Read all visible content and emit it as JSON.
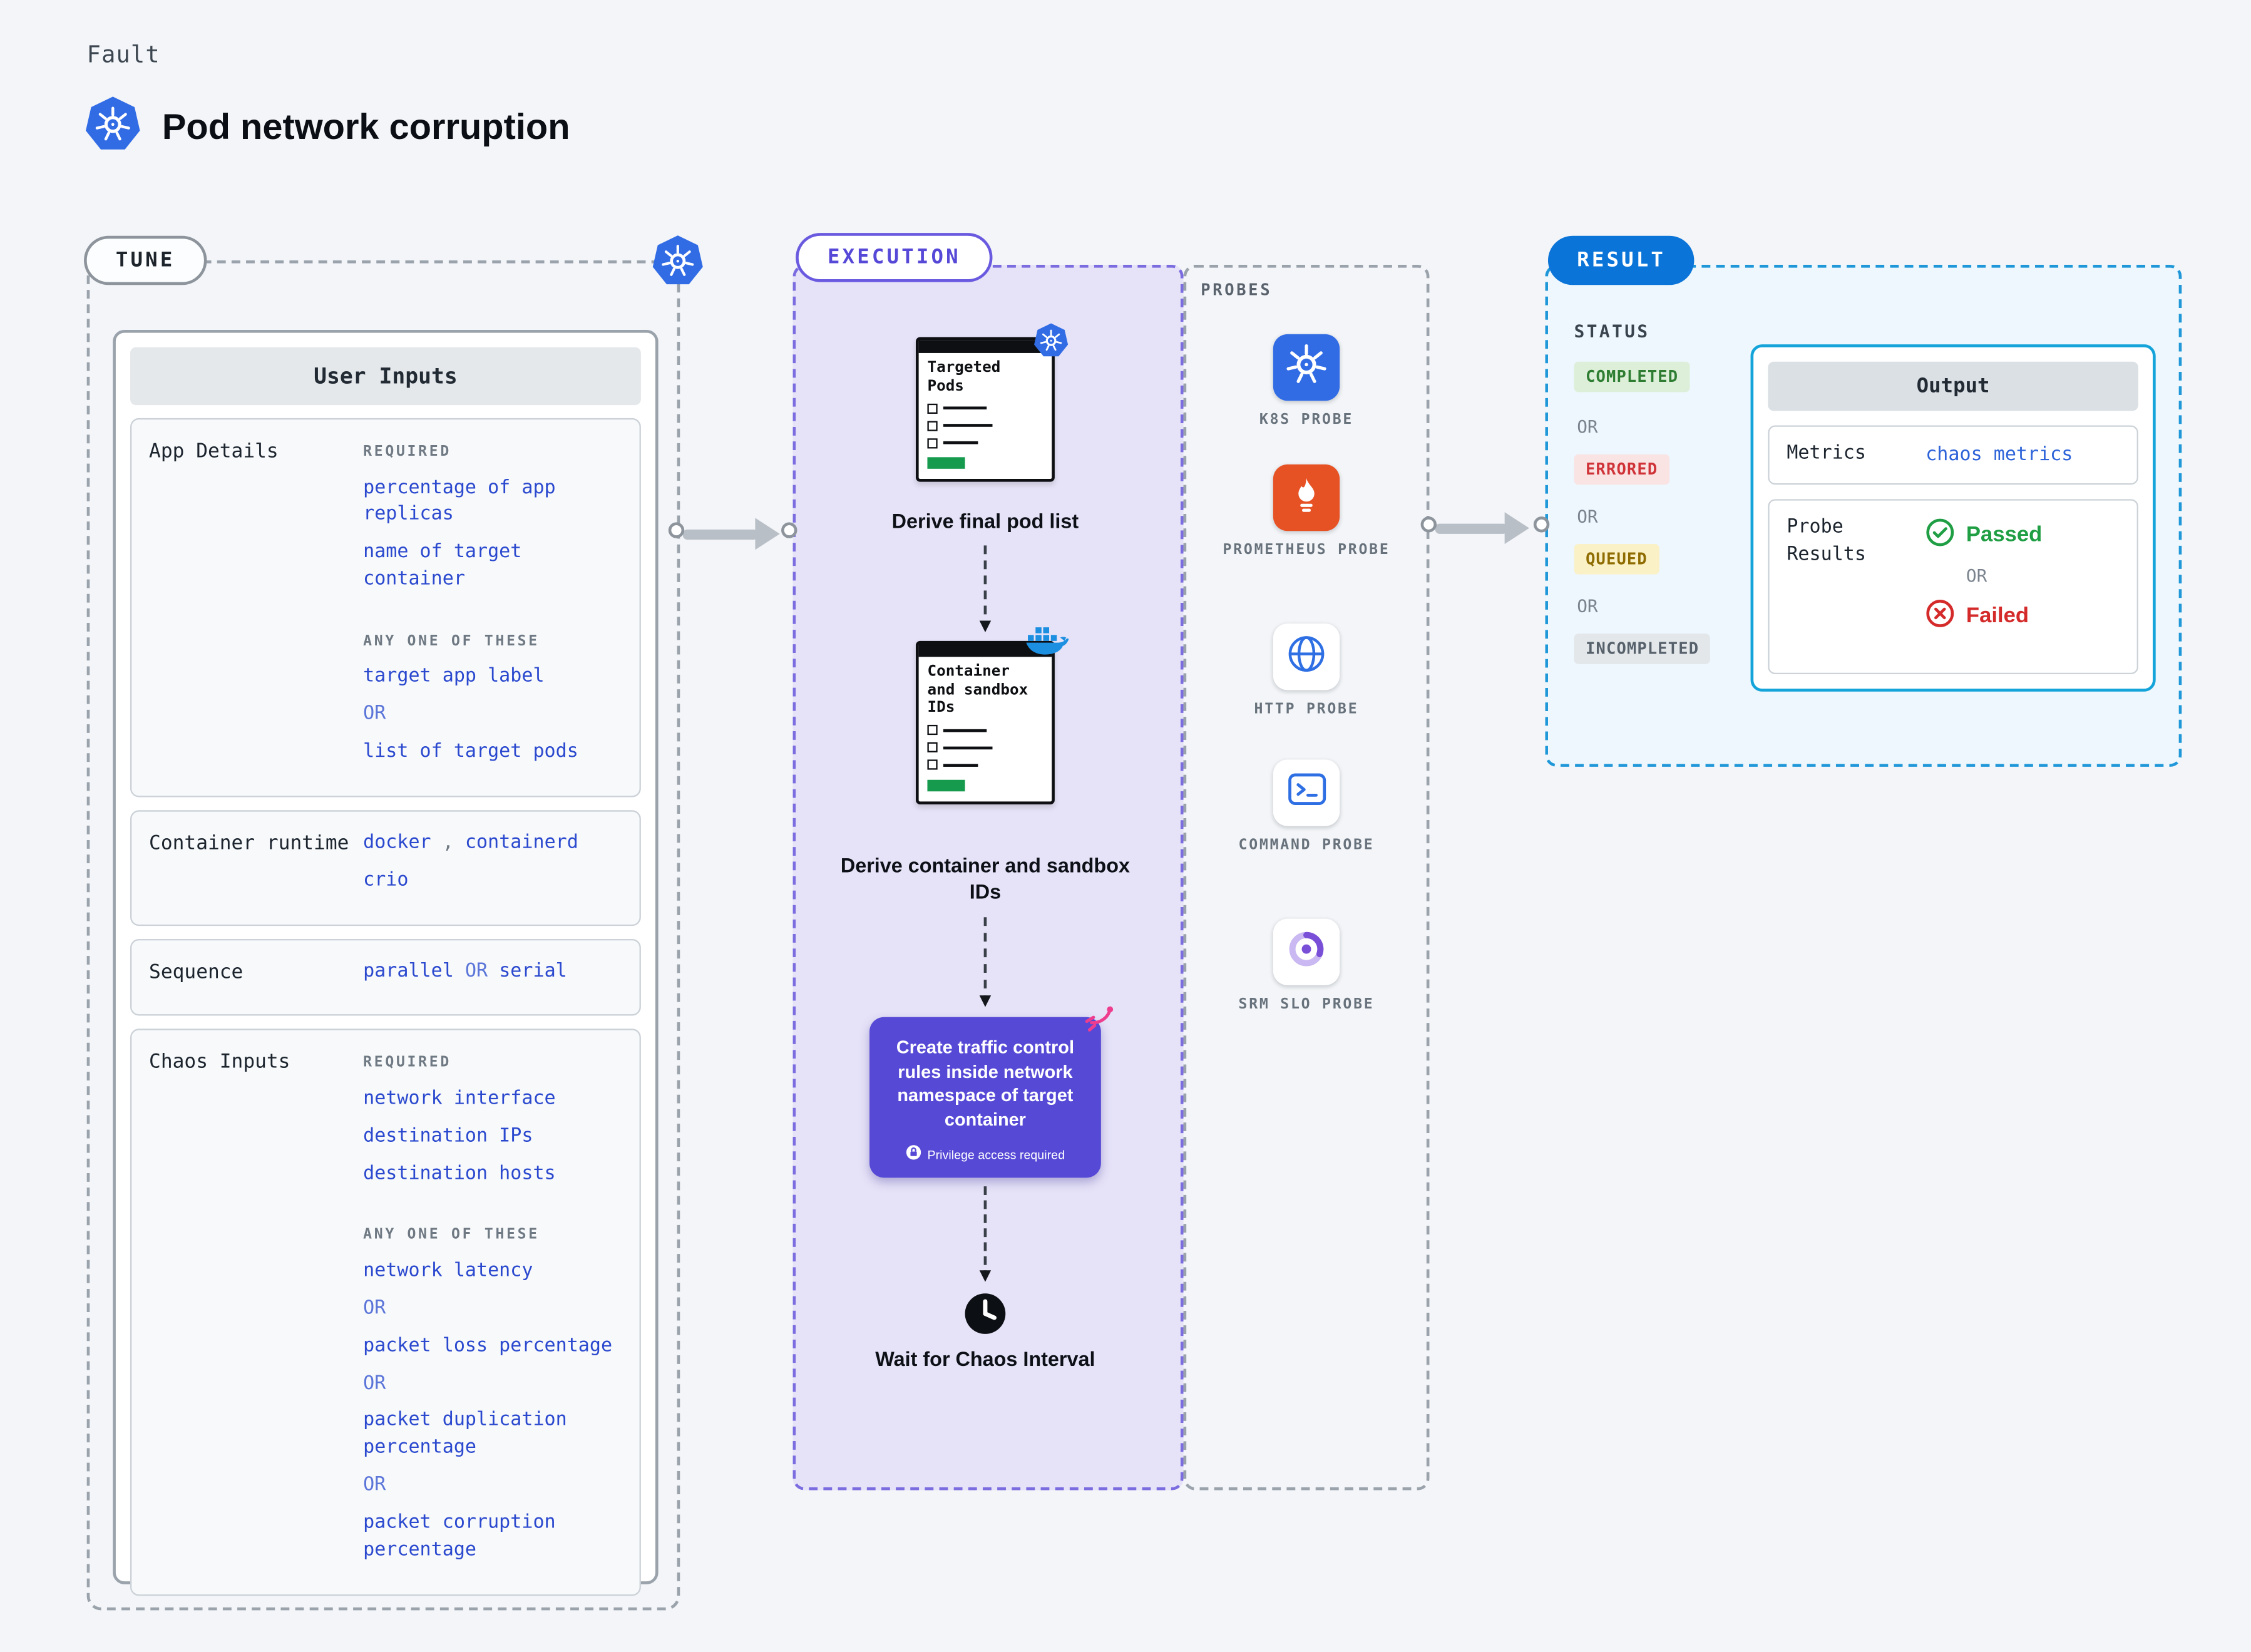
{
  "header": {
    "eyebrow": "Fault",
    "title": "Pod network corruption"
  },
  "tune": {
    "pill": "TUNE",
    "card_title": "User Inputs",
    "required_label": "REQUIRED",
    "any_one_label": "ANY ONE OF THESE",
    "or_label": "OR",
    "app_details": {
      "label": "App Details",
      "required_items": [
        "percentage of app replicas",
        "name of target container"
      ],
      "any_one_items": [
        "target app label",
        "list of target pods"
      ]
    },
    "container_runtime": {
      "label": "Container runtime",
      "value_1": "docker",
      "separator": ",",
      "value_2": "containerd",
      "value_3": "crio"
    },
    "sequence": {
      "label": "Sequence",
      "value_1": "parallel",
      "value_2": "serial"
    },
    "chaos_inputs": {
      "label": "Chaos Inputs",
      "required_items": [
        "network interface",
        "destination IPs",
        "destination hosts"
      ],
      "any_one_items": [
        "network latency",
        "packet loss percentage",
        "packet duplication percentage",
        "packet corruption percentage"
      ]
    }
  },
  "execution": {
    "pill": "EXECUTION",
    "doc1_title": "Targeted Pods",
    "step1_caption": "Derive final pod list",
    "doc2_title": "Container and sandbox IDs",
    "step2_caption": "Derive container and sandbox IDs",
    "action_text": "Create traffic control rules inside network namespace of target container",
    "action_note": "Privilege access required",
    "step4_caption": "Wait for Chaos Interval"
  },
  "probes": {
    "label": "PROBES",
    "items": [
      {
        "name": "K8S PROBE",
        "icon": "kubernetes-wheel-icon"
      },
      {
        "name": "PROMETHEUS PROBE",
        "icon": "prometheus-flame-icon"
      },
      {
        "name": "HTTP PROBE",
        "icon": "globe-icon"
      },
      {
        "name": "COMMAND PROBE",
        "icon": "terminal-icon"
      },
      {
        "name": "SRM SLO PROBE",
        "icon": "slo-ring-icon"
      }
    ]
  },
  "result": {
    "pill": "RESULT",
    "status_label": "STATUS",
    "or_label": "OR",
    "statuses": [
      {
        "text": "COMPLETED",
        "fg": "#2e7d32",
        "bg": "#ddefd8"
      },
      {
        "text": "ERRORED",
        "fg": "#cf3338",
        "bg": "#fae3e3"
      },
      {
        "text": "QUEUED",
        "fg": "#8f6c00",
        "bg": "#fbf1c7"
      },
      {
        "text": "INCOMPLETED",
        "fg": "#57616b",
        "bg": "#e3e7ea"
      }
    ],
    "output": {
      "title": "Output",
      "metrics_label": "Metrics",
      "metrics_value": "chaos metrics",
      "probe_results_label": "Probe Results",
      "passed": "Passed",
      "failed": "Failed"
    }
  },
  "colors": {
    "kubernetes_blue": "#326CE5",
    "execution_purple": "#5649d6",
    "result_blue": "#0b74d8",
    "link_blue": "#2b49cf",
    "passed_green": "#1f9e43",
    "failed_red": "#d42a2a"
  }
}
